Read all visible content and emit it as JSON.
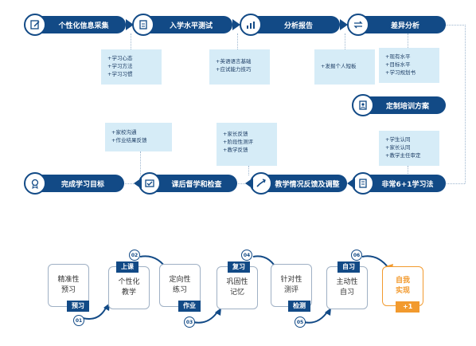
{
  "colors": {
    "primary": "#124a86",
    "note_bg": "#d6ecf7",
    "accent": "#f29a2e"
  },
  "top_row": [
    {
      "label": "个性化信息采集",
      "icon": "edit-icon"
    },
    {
      "label": "入学水平测试",
      "icon": "clipboard-icon"
    },
    {
      "label": "分析报告",
      "icon": "chart-icon"
    },
    {
      "label": "差异分析",
      "icon": "compare-icon"
    }
  ],
  "right_col": {
    "label": "定制培训方案",
    "icon": "document-user-icon"
  },
  "bottom_row": [
    {
      "label": "非常6+1学习法",
      "icon": "book-icon"
    },
    {
      "label": "教学情况反馈及调整",
      "icon": "feedback-icon"
    },
    {
      "label": "课后督学和检查",
      "icon": "check-icon"
    },
    {
      "label": "完成学习目标",
      "icon": "award-icon"
    }
  ],
  "notes": {
    "n1": [
      "+学习心态",
      "+学习方法",
      "+学习习惯"
    ],
    "n2": [
      "+英语语言基础",
      "+应试能力技巧"
    ],
    "n3": [
      "+发掘个人短板"
    ],
    "n4": [
      "+现有水平",
      "+目标水平",
      "+学习规划书"
    ],
    "n5": [
      "+学生认同",
      "+家长认同",
      "+教学主任审定"
    ],
    "n6": [
      "+家长反馈",
      "+阶段性测评",
      "+教学反馈"
    ],
    "n7": [
      "+家校沟通",
      "+作业结果反馈"
    ]
  },
  "steps": [
    {
      "card": [
        "精准性",
        "预习"
      ],
      "tag": "预习",
      "num": "01"
    },
    {
      "card": [
        "个性化",
        "教学"
      ],
      "tag": "上课",
      "num": "02"
    },
    {
      "card": [
        "定向性",
        "练习"
      ],
      "tag": "作业",
      "num": "03"
    },
    {
      "card": [
        "巩固性",
        "记忆"
      ],
      "tag": "复习",
      "num": "04"
    },
    {
      "card": [
        "针对性",
        "测评"
      ],
      "tag": "检测",
      "num": "05"
    },
    {
      "card": [
        "主动性",
        "自习"
      ],
      "tag": "自习",
      "num": "06"
    }
  ],
  "final": {
    "lines": [
      "自我",
      "实现"
    ],
    "plus": "+1"
  }
}
